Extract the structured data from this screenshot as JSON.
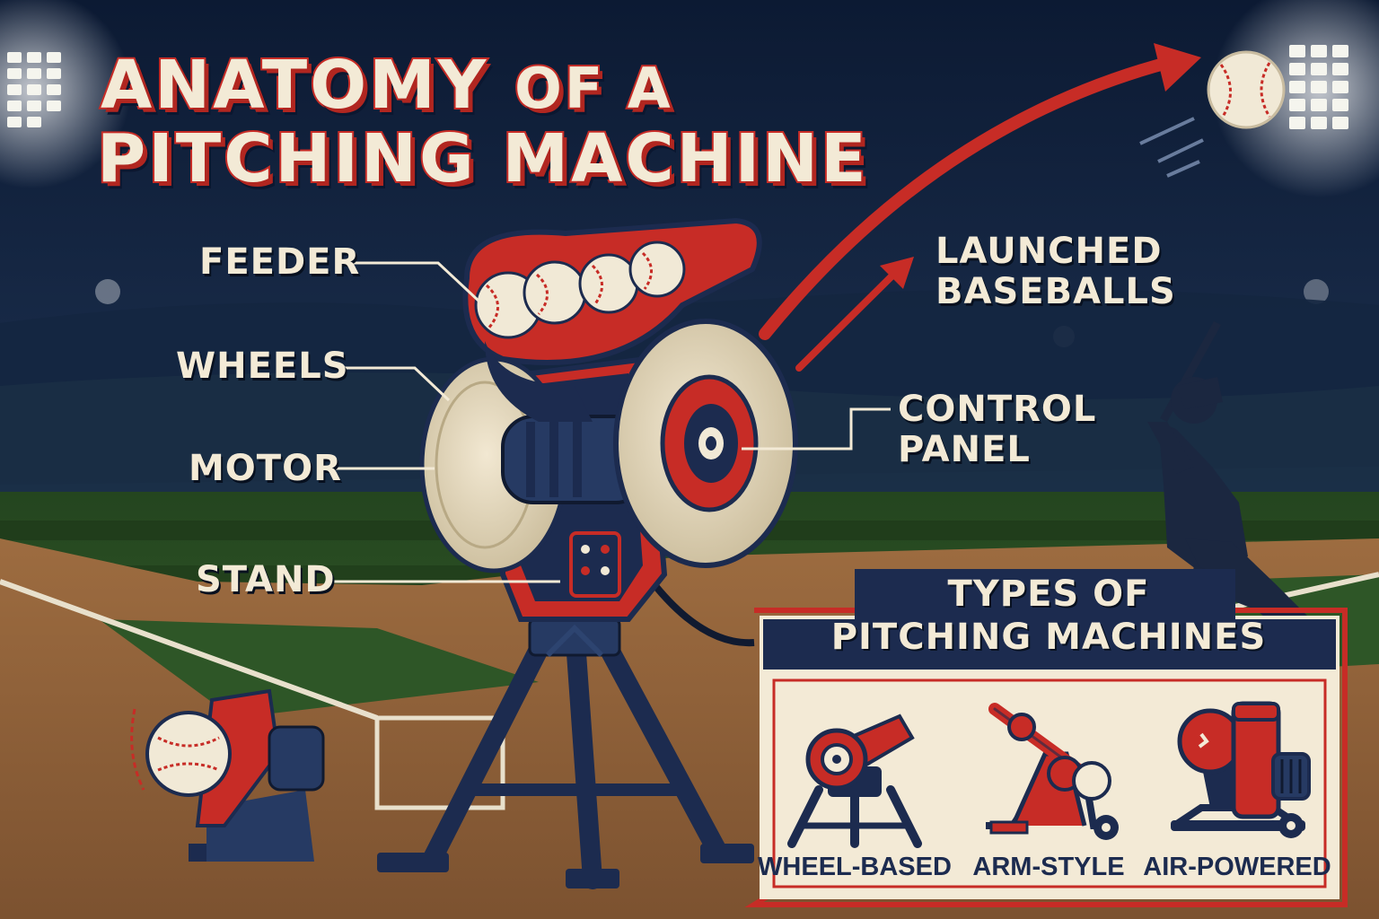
{
  "title": {
    "line1_main": "ANATOMY",
    "line1_rest": "OF A",
    "line2": "PITCHING MACHINE"
  },
  "callouts": {
    "feeder": "FEEDER",
    "wheels": "WHEELS",
    "motor": "MOTOR",
    "stand": "STAND",
    "launched_line1": "LAUNCHED",
    "launched_line2": "BASEBALLS",
    "control_line1": "CONTROL",
    "control_line2": "PANEL"
  },
  "types_panel": {
    "title_line1": "TYPES OF",
    "title_line2": "PITCHING MACHINES",
    "items": [
      {
        "label": "WHEEL-BASED",
        "icon": "wheel-based-machine-icon"
      },
      {
        "label": "ARM-STYLE",
        "icon": "arm-style-machine-icon"
      },
      {
        "label": "AIR-POWERED",
        "icon": "air-powered-machine-icon"
      }
    ]
  },
  "colors": {
    "navy": "#1c2b4f",
    "red": "#c72c26",
    "cream": "#f3ead6",
    "grass": "#2f5a2a",
    "dirt": "#9a6a3e",
    "night_sky": "#0d1b33"
  }
}
